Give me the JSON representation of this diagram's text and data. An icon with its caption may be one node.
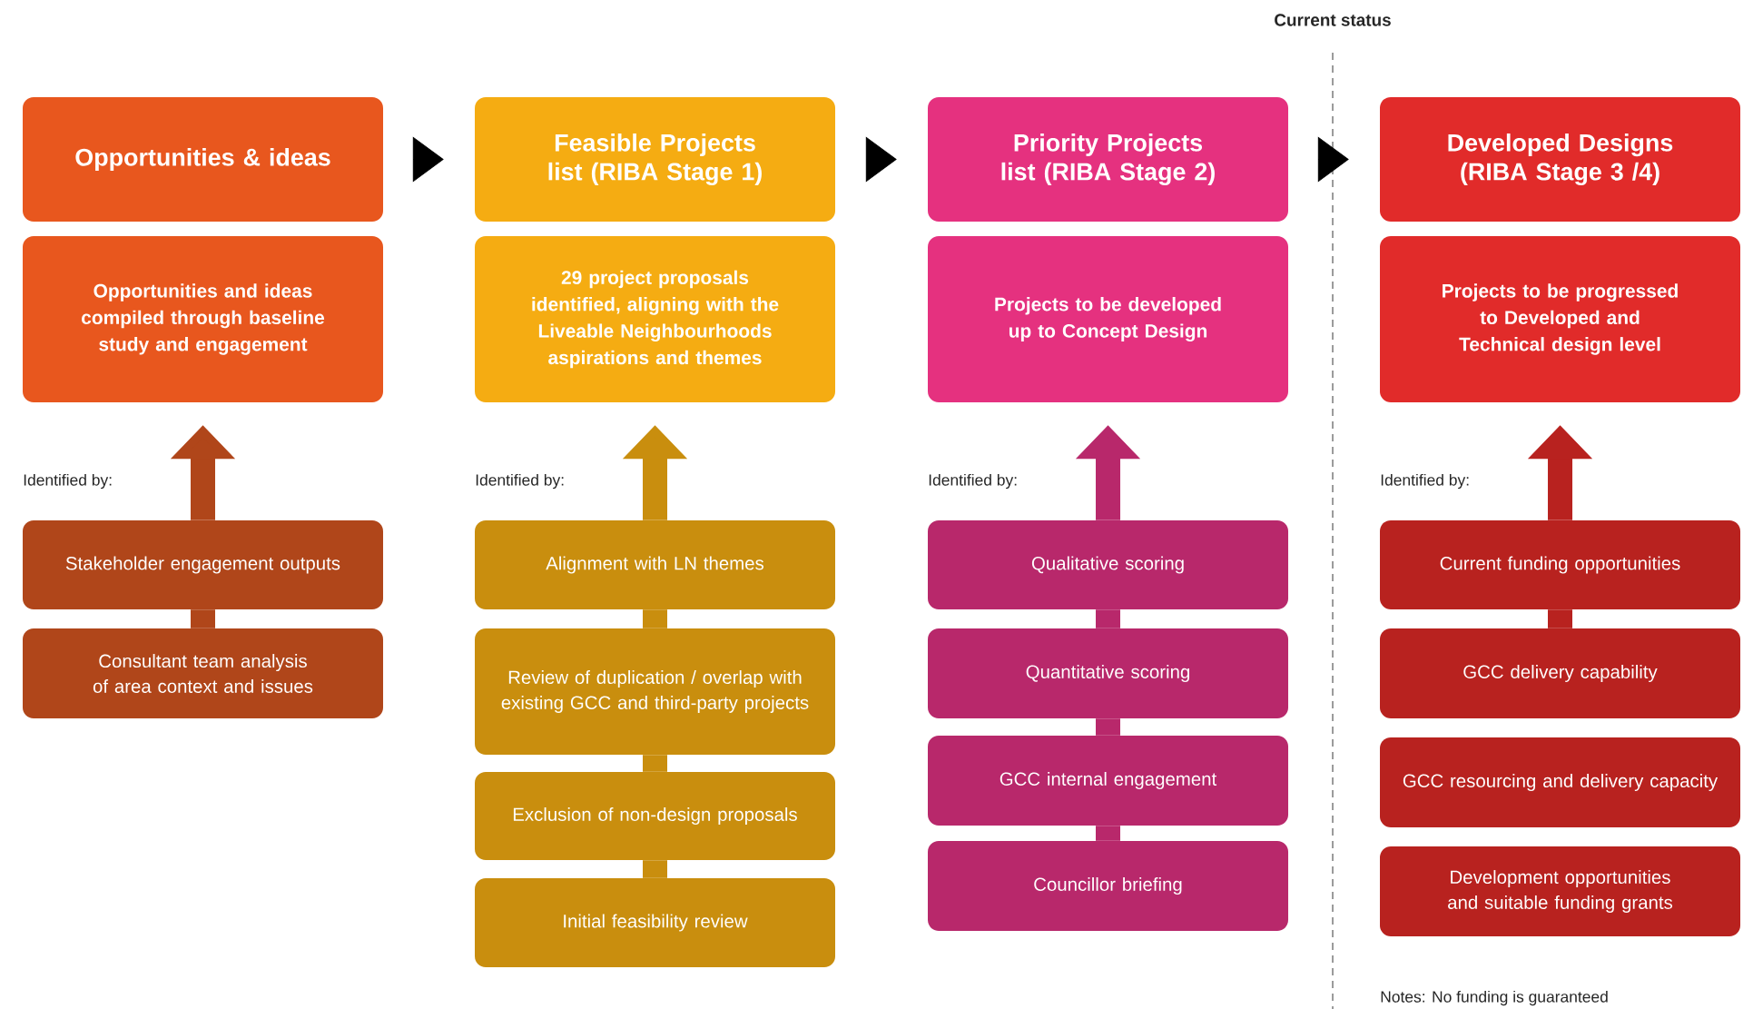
{
  "diagram": {
    "nodes": [
      {
        "text": [
          "Opportunities & ideas"
        ]
      },
      {
        "text": [
          "Opportunities and ideas compiled through baseline study and engagement"
        ]
      },
      {
        "text": [
          "Stakeholder engagement outputs"
        ]
      },
      {
        "text": [
          "Consultant team analysis of area context and issues"
        ]
      },
      {
        "text": [
          "Feasible Projects list (RIBA Stage 1)"
        ]
      },
      {
        "text": [
          "29 project proposals identified, aligning with the Liveable Neighbourhoods aspirations and themes"
        ]
      },
      {
        "text": [
          "Alignment with LN themes"
        ]
      },
      {
        "text": [
          "Review of duplication / overlap with existing GCC and third-party projects"
        ]
      },
      {
        "text": [
          "Exclusion of non-design proposals"
        ]
      },
      {
        "text": [
          "Initial feasibility review"
        ]
      },
      {
        "text": [
          "Priority Projects list (RIBA Stage 2)"
        ]
      },
      {
        "text": [
          "Projects to be developed up to Concept Design"
        ]
      },
      {
        "text": [
          "Qualitative scoring"
        ]
      },
      {
        "text": [
          "Quantitative scoring"
        ]
      },
      {
        "text": [
          "GCC internal engagement"
        ]
      },
      {
        "text": [
          "Councillor briefing"
        ]
      },
      {
        "text": [
          "Developed Designs (RIBA Stage 3 /4)"
        ]
      },
      {
        "text": [
          "Projects to be progressed to Developed and Technical design level"
        ]
      },
      {
        "text": [
          "Current funding opportunities"
        ]
      },
      {
        "text": [
          "GCC delivery capability"
        ]
      },
      {
        "text": [
          "GCC resourcing and delivery capacity"
        ]
      },
      {
        "text": [
          "Development opportunities and suitable funding grants"
        ]
      }
    ],
    "edges": [
      {
        "from": 0,
        "to": 4,
        "arrow": "to"
      },
      {
        "from": 4,
        "to": 10,
        "arrow": "to"
      },
      {
        "from": 10,
        "to": 16,
        "arrow": "to"
      },
      {
        "from": 2,
        "to": 1,
        "arrow": "to",
        "color": "#b0461a"
      },
      {
        "from": 3,
        "to": 2,
        "arrow": "none",
        "color": "#b0461a"
      },
      {
        "from": 6,
        "to": 5,
        "arrow": "to",
        "color": "#c98e0e"
      },
      {
        "from": 7,
        "to": 6,
        "arrow": "none",
        "color": "#c98e0e"
      },
      {
        "from": 8,
        "to": 7,
        "arrow": "none",
        "color": "#c98e0e"
      },
      {
        "from": 9,
        "to": 8,
        "arrow": "none",
        "color": "#c98e0e"
      },
      {
        "from": 12,
        "to": 11,
        "arrow": "to",
        "color": "#b8286b"
      },
      {
        "from": 13,
        "to": 12,
        "arrow": "none",
        "color": "#b8286b"
      },
      {
        "from": 14,
        "to": 13,
        "arrow": "none",
        "color": "#b8286b"
      },
      {
        "from": 15,
        "to": 14,
        "arrow": "none",
        "color": "#b8286b"
      },
      {
        "from": 18,
        "to": 17,
        "arrow": "to",
        "color": "#b8221f"
      },
      {
        "from": 19,
        "to": 18,
        "arrow": "none",
        "color": "#b8221f"
      }
    ],
    "labels": [
      "Current status",
      "Identified by:",
      "Identified by:",
      "Identified by:",
      "Identified by:",
      "Notes: No funding is guaranteed"
    ]
  }
}
